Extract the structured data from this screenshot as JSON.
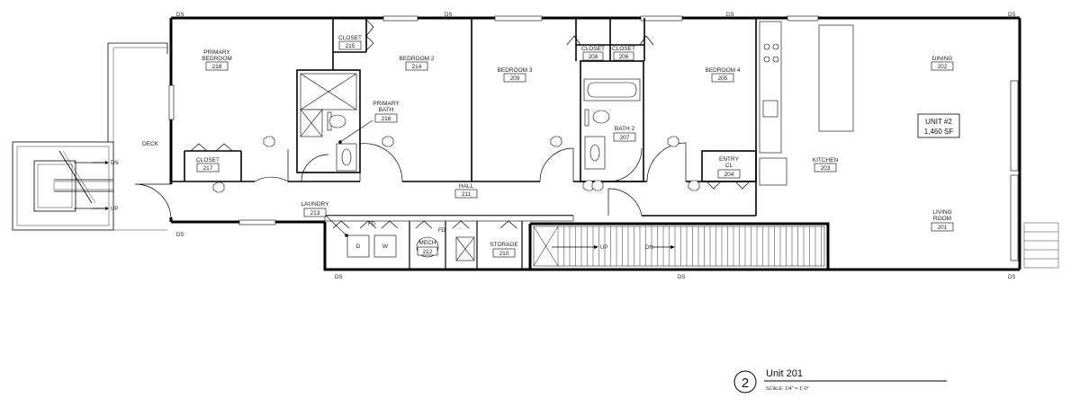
{
  "unit": {
    "name": "UNIT #2",
    "area": "1,460 SF"
  },
  "title_block": {
    "number": "2",
    "title": "Unit 201",
    "scale": "SCALE: 1/4\" = 1'-0\""
  },
  "rooms": {
    "primary_bedroom": {
      "name": "PRIMARY BEDROOM",
      "line1": "PRIMARY",
      "line2": "BEDROOM",
      "number": "218"
    },
    "closet_215": {
      "name": "CLOSET",
      "number": "215"
    },
    "bedroom2": {
      "name": "BEDROOM 2",
      "number": "214"
    },
    "primary_bath": {
      "line1": "PRIMARY",
      "line2": "BATH",
      "number": "216"
    },
    "bedroom3": {
      "name": "BEDROOM 3",
      "number": "209"
    },
    "closet_208": {
      "name": "CLOSET",
      "number": "208"
    },
    "closet_206": {
      "name": "CLOSET",
      "number": "206"
    },
    "bath2": {
      "name": "BATH 2",
      "number": "207"
    },
    "bedroom4": {
      "name": "BEDROOM 4",
      "number": "205"
    },
    "dining": {
      "name": "DINING",
      "number": "202"
    },
    "closet_217": {
      "name": "CLOSET",
      "number": "217"
    },
    "entry_cl": {
      "line1": "ENTRY",
      "line2": "CL",
      "number": "204"
    },
    "kitchen": {
      "name": "KITCHEN",
      "number": "203"
    },
    "hall": {
      "name": "HALL",
      "number": "211"
    },
    "laundry": {
      "name": "LAUNDRY",
      "number": "213"
    },
    "mech": {
      "name": "MECH",
      "number": "212"
    },
    "storage": {
      "name": "STORAGE",
      "number": "210"
    },
    "living_room": {
      "line1": "LIVING",
      "line2": "ROOM",
      "number": "201"
    },
    "deck": {
      "name": "DECK"
    }
  },
  "annotations": {
    "ds": "DS",
    "dn": "DN",
    "up": "UP",
    "fd": "FD",
    "dryer": "D",
    "washer": "W"
  }
}
